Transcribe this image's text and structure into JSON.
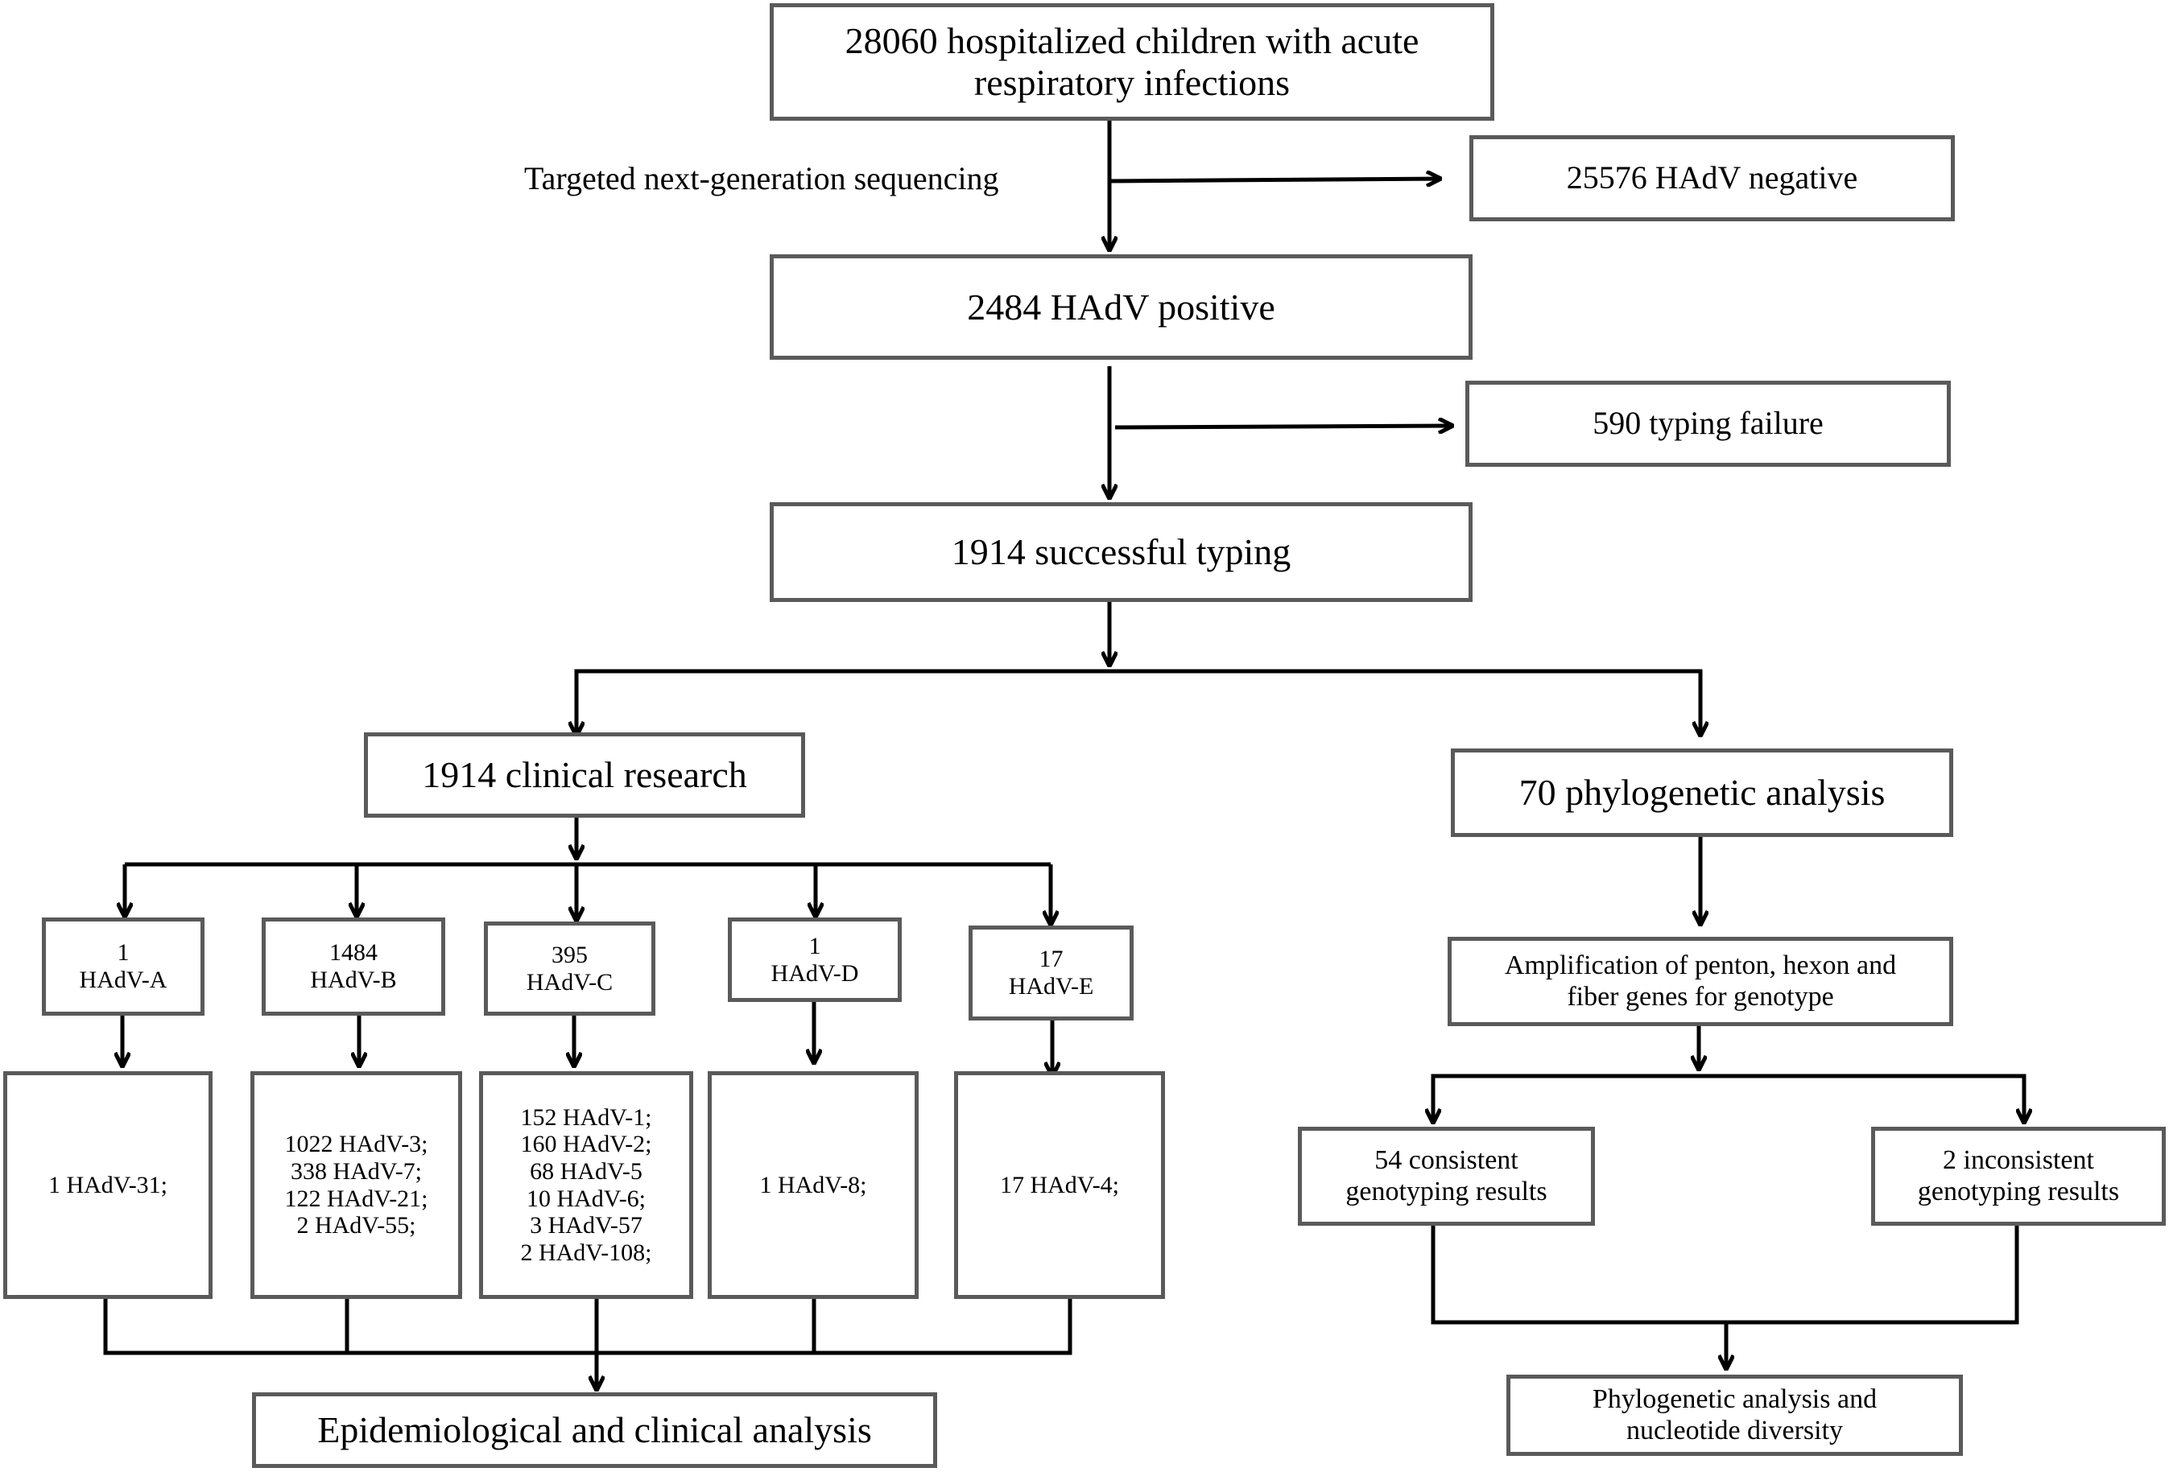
{
  "top_box": "28060 hospitalized children with acute\nrespiratory infections",
  "tngs_label": "Targeted next-generation sequencing",
  "negative_box": "25576 HAdV negative",
  "positive_box": "2484 HAdV positive",
  "failure_box": "590 typing failure",
  "success_box": "1914 successful typing",
  "clinical_box": "1914 clinical research",
  "phylo_box": "70 phylogenetic  analysis",
  "species": [
    {
      "label": "1\nHAdV-A",
      "types": "1 HAdV-31;"
    },
    {
      "label": "1484\nHAdV-B",
      "types": "1022 HAdV-3;\n338 HAdV-7;\n122 HAdV-21;\n2 HAdV-55;"
    },
    {
      "label": "395\nHAdV-C",
      "types": "152 HAdV-1;\n160 HAdV-2;\n68 HAdV-5\n10 HAdV-6;\n3  HAdV-57\n2 HAdV-108;"
    },
    {
      "label": "1\nHAdV-D",
      "types": "1 HAdV-8;"
    },
    {
      "label": "17\nHAdV-E",
      "types": "17 HAdV-4;"
    }
  ],
  "epi_box": "Epidemiological and clinical analysis",
  "amplification_box": "Amplification of penton, hexon and\nfiber genes for genotype",
  "consistent_box": "54 consistent\ngenotyping results",
  "inconsistent_box": "2 inconsistent\ngenotyping results",
  "final_box": "Phylogenetic analysis and\nnucleotide diversity"
}
